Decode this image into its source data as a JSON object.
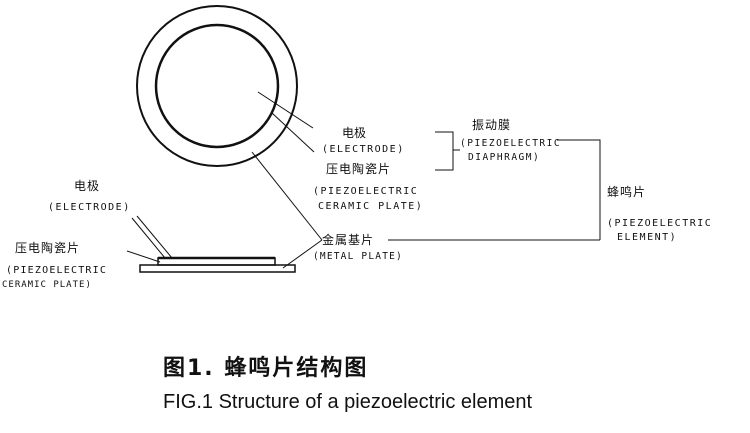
{
  "labels": {
    "electrode_top_cn": "电极",
    "electrode_top_en": "(ELECTRODE)",
    "ceramic_top_cn": "压电陶瓷片",
    "ceramic_top_en_1": "(PIEZOELECTRIC",
    "ceramic_top_en_2": "CERAMIC PLATE)",
    "diaphragm_cn": "振动膜",
    "diaphragm_en_1": "(PIEZOELECTRIC",
    "diaphragm_en_2": "DIAPHRAGM)",
    "element_cn": "蜂鸣片",
    "element_en_1": "(PIEZOELECTRIC",
    "element_en_2": "ELEMENT)",
    "metal_cn": "金属基片",
    "metal_en": "(METAL PLATE)",
    "electrode_side_cn": "电极",
    "electrode_side_en": "(ELECTRODE)",
    "ceramic_side_cn": "压电陶瓷片",
    "ceramic_side_en_1": "(PIEZOELECTRIC",
    "ceramic_side_en_2": "CERAMIC PLATE)"
  },
  "caption": {
    "cn": "图1. 蜂鸣片结构图",
    "en": "FIG.1 Structure of a piezoelectric element"
  }
}
